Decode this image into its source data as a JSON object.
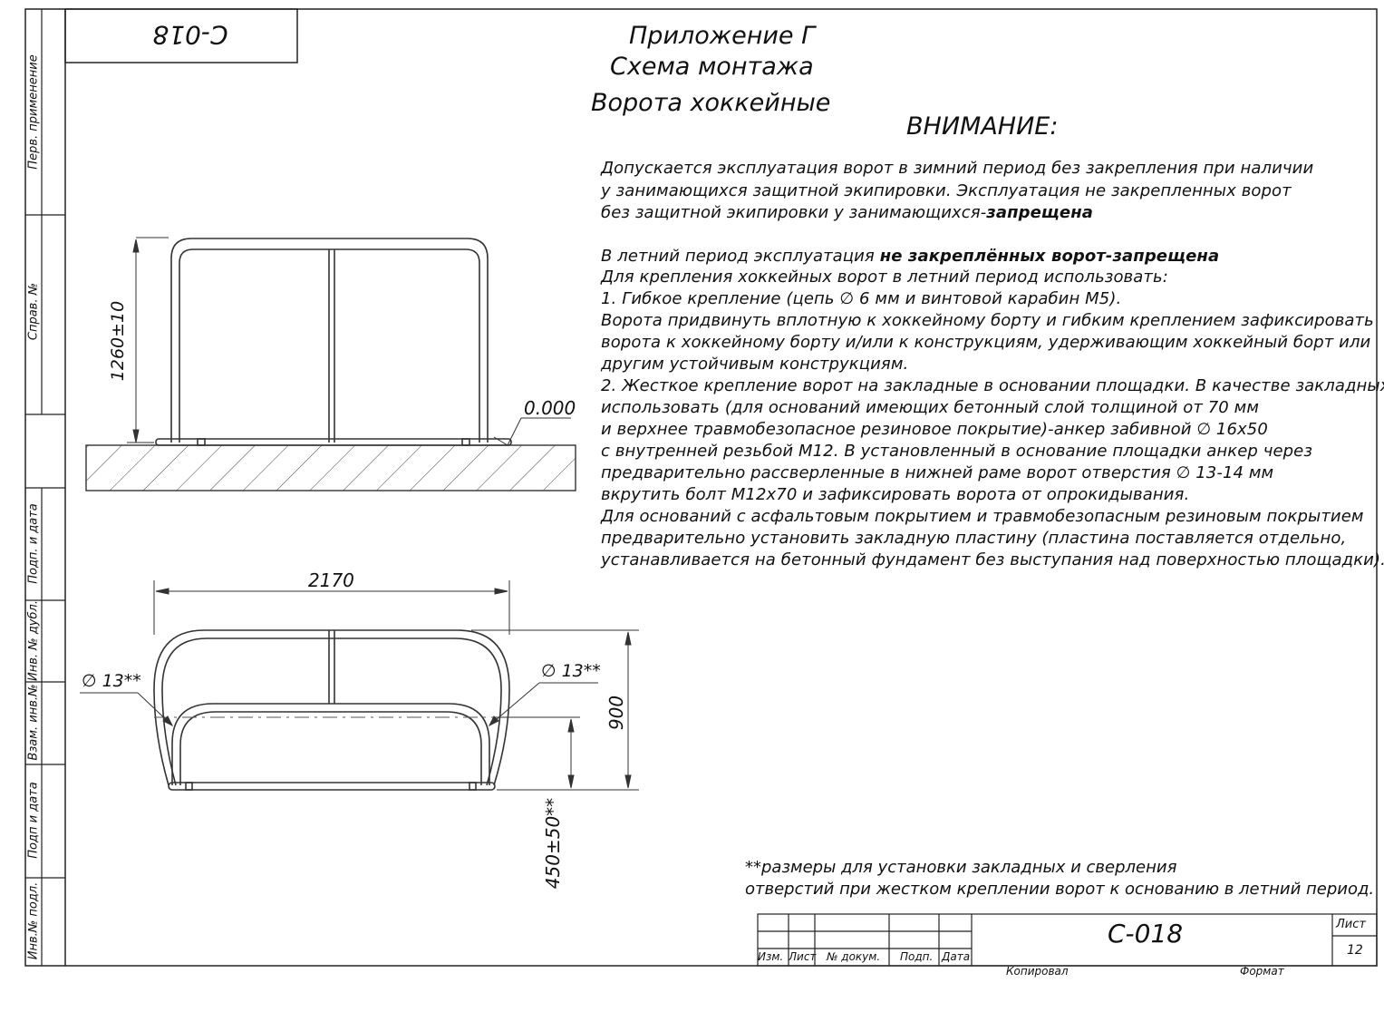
{
  "stamp_code": "C-018",
  "header": {
    "line1": "Приложение Г",
    "line2": "Схема монтажа",
    "line3": "Ворота хоккейные"
  },
  "attention": "ВНИМАНИЕ:",
  "notes": {
    "p1_l1": "Допускается эксплуатация ворот в зимний период без закрепления при наличии",
    "p1_l2": "у занимающихся защитной экипировки. Эксплуатация не закрепленных ворот",
    "p1_l3a": "без защитной экипировки у занимающихся-",
    "p1_l3b": "запрещена",
    "p2_l1a": "В летний период эксплуатация ",
    "p2_l1b": "не закреплённых ворот-запрещена",
    "p2_l2": "Для крепления хоккейных ворот в летний период использовать:",
    "p2_l3": "1. Гибкое крепление (цепь ∅ 6 мм и винтовой карабин М5).",
    "p2_l4": "Ворота придвинуть вплотную к хоккейному борту и гибким креплением зафиксировать",
    "p2_l5": "ворота к хоккейному борту и/или к конструкциям, удерживающим хоккейный борт или",
    "p2_l6": "другим устойчивым конструкциям.",
    "p2_l7": "2. Жесткое крепление ворот на закладные в основании площадки. В качестве закладных",
    "p2_l8": " использовать (для оснований имеющих бетонный слой толщиной от 70 мм",
    "p2_l9": "и верхнее травмобезопасное резиновое покрытие)-анкер забивной ∅ 16х50",
    "p2_l10": "с внутренней резьбой М12.  В установленный в основание площадки анкер через",
    "p2_l11": "предварительно рассверленные в нижней раме ворот отверстия ∅ 13-14 мм",
    "p2_l12": "вкрутить болт М12х70 и зафиксировать ворота от опрокидывания.",
    "p2_l13": "Для оснований с асфальтовым покрытием и травмобезопасным резиновым покрытием",
    "p2_l14": "предварительно установить закладную пластину (пластина поставляется отдельно,",
    "p2_l15": "устанавливается на бетонный фундамент без выступания над поверхностью площадки)."
  },
  "footnote": {
    "l1": "**размеры для установки закладных и сверления",
    "l2": "отверстий при жестком креплении ворот к основанию в летний период."
  },
  "dims": {
    "height": "1260±10",
    "level": "0.000",
    "width": "2170",
    "depth": "900",
    "anchor": "450±50**",
    "hole_left": "∅ 13**",
    "hole_right": "∅ 13**"
  },
  "side_labels": {
    "perv": "Перв. применение",
    "sprav": "Справ. №",
    "podp1": "Подп. и дата",
    "inv_dubl": "Инв. № дубл.",
    "vzam": "Взам. инв.№",
    "podp2": "Подп и дата",
    "inv_podl": "Инв.№ подл."
  },
  "title_block": {
    "code": "C-018",
    "col_izm": "Изм.",
    "col_list": "Лист",
    "col_doc": "№ докум.",
    "col_podp": "Подп.",
    "col_data": "Дата",
    "sheet_label": "Лист",
    "sheet_no": "12",
    "copied": "Копировал",
    "format": "Формат"
  }
}
